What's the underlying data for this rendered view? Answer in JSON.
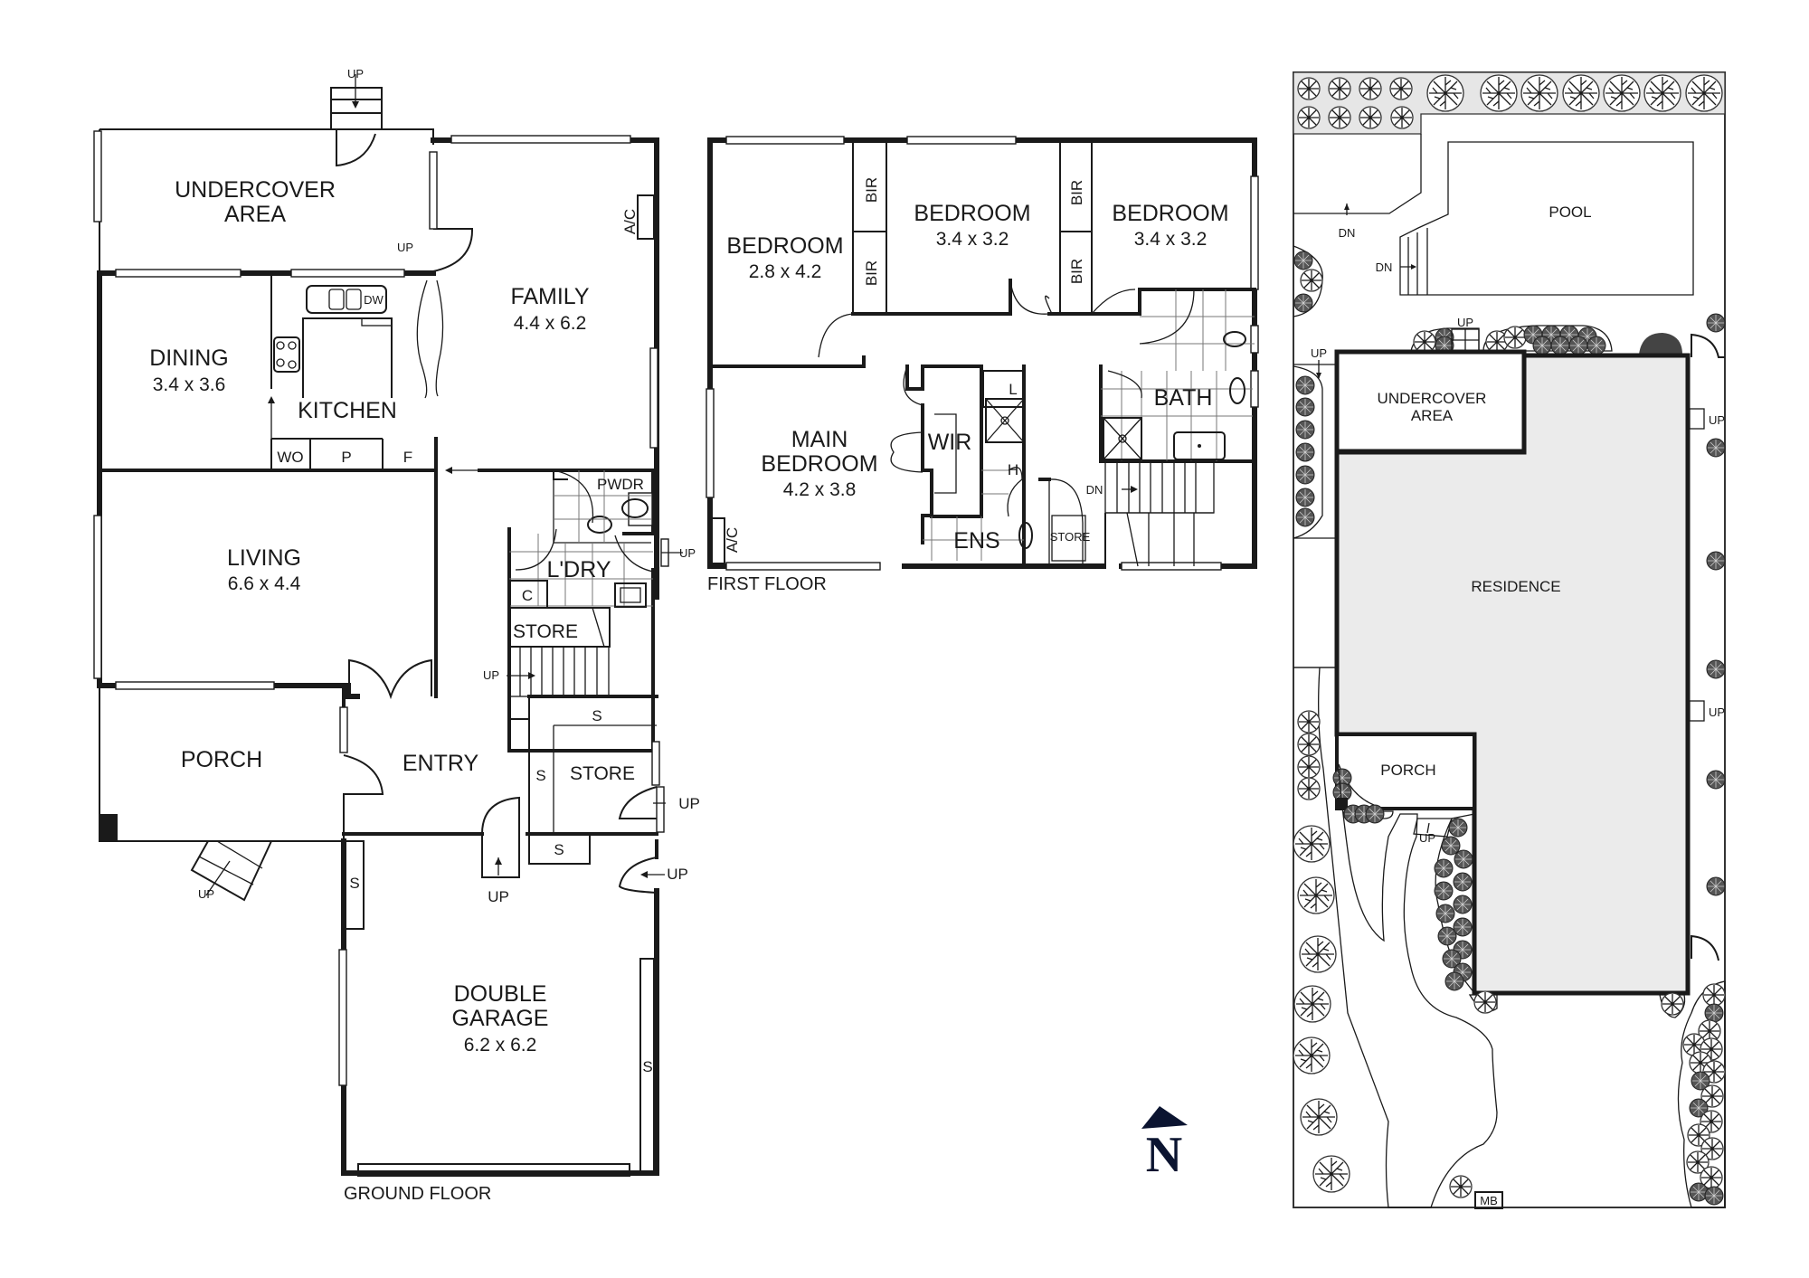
{
  "ground_floor": {
    "caption": "GROUND FLOOR",
    "rooms": {
      "undercover": {
        "name_line1": "UNDERCOVER",
        "name_line2": "AREA"
      },
      "family": {
        "name": "FAMILY",
        "dims": "4.4 x 6.2"
      },
      "dining": {
        "name": "DINING",
        "dims": "3.4 x 3.6"
      },
      "kitchen": {
        "name": "KITCHEN"
      },
      "living": {
        "name": "LIVING",
        "dims": "6.6 x 4.4"
      },
      "porch": {
        "name": "PORCH"
      },
      "entry": {
        "name": "ENTRY"
      },
      "pwdr": {
        "name": "PWDR"
      },
      "laundry": {
        "name": "L'DRY"
      },
      "store1": {
        "name": "STORE"
      },
      "store2": {
        "name": "STORE"
      },
      "garage": {
        "name_line1": "DOUBLE",
        "name_line2": "GARAGE",
        "dims": "6.2 x 6.2"
      }
    },
    "fixtures": {
      "ac": "A/C",
      "dw": "DW",
      "wo": "WO",
      "p": "P",
      "f": "F",
      "c": "C",
      "s": "S"
    },
    "stair_labels": {
      "up": "UP"
    }
  },
  "first_floor": {
    "caption": "FIRST FLOOR",
    "rooms": {
      "bedroom2": {
        "name": "BEDROOM",
        "dims": "2.8 x 4.2"
      },
      "bedroom3": {
        "name": "BEDROOM",
        "dims": "3.4 x 3.2"
      },
      "bedroom4": {
        "name": "BEDROOM",
        "dims": "3.4 x 3.2"
      },
      "main_bedroom": {
        "name_line1": "MAIN",
        "name_line2": "BEDROOM",
        "dims": "4.2 x 3.8"
      },
      "wir": {
        "name": "WIR"
      },
      "ens": {
        "name": "ENS"
      },
      "bath": {
        "name": "BATH"
      },
      "store": {
        "name": "STORE"
      }
    },
    "fixtures": {
      "bir": "BIR",
      "l": "L",
      "h": "H",
      "ac": "A/C"
    },
    "stair_labels": {
      "dn": "DN"
    }
  },
  "site_plan": {
    "areas": {
      "pool": "POOL",
      "undercover_line1": "UNDERCOVER",
      "undercover_line2": "AREA",
      "residence": "RESIDENCE",
      "porch": "PORCH",
      "mb": "MB"
    },
    "stair_labels": {
      "up": "UP",
      "dn": "DN"
    }
  },
  "north_arrow": {
    "letter": "N",
    "color": "#0b1430"
  }
}
